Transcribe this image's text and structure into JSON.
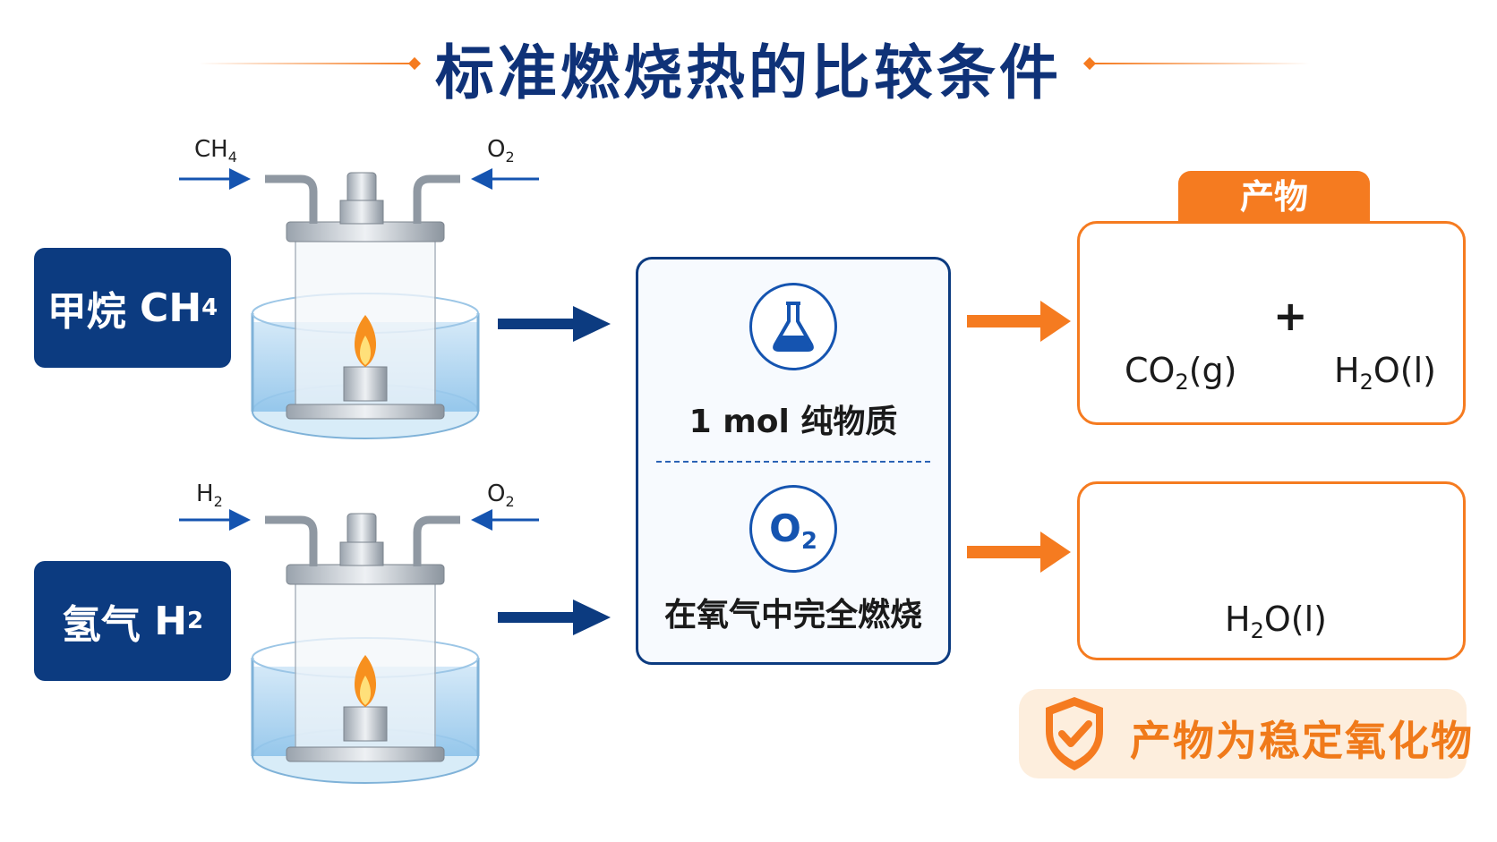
{
  "title": "标准燃烧热的比较条件",
  "fuels": [
    {
      "name": "甲烷",
      "formula_main": "CH",
      "formula_sub": "4",
      "gas_in_main": "CH",
      "gas_in_sub": "4",
      "oxygen_main": "O",
      "oxygen_sub": "2"
    },
    {
      "name": "氢气",
      "formula_main": "H",
      "formula_sub": "2",
      "gas_in_main": "H",
      "gas_in_sub": "2",
      "oxygen_main": "O",
      "oxygen_sub": "2"
    }
  ],
  "conditions": {
    "amount": "1 mol 纯物质",
    "badge_main": "O",
    "badge_sub": "2",
    "combustion": "在氧气中完全燃烧"
  },
  "products": {
    "tab": "产物",
    "row1": [
      {
        "main": "CO",
        "sub": "2",
        "tail": "(g)"
      },
      {
        "plus": "+"
      },
      {
        "main": "H",
        "sub": "2",
        "tail": "O(l)"
      }
    ],
    "row2": {
      "main": "H",
      "sub": "2",
      "tail": "O(l)"
    }
  },
  "note": "产物为稳定氧化物",
  "colors": {
    "navy": "#0c3b80",
    "orange": "#f57b20",
    "oxygen": "#e04a1f",
    "carbon": "#284a6e",
    "hydrogen": "#e8e8e8"
  }
}
